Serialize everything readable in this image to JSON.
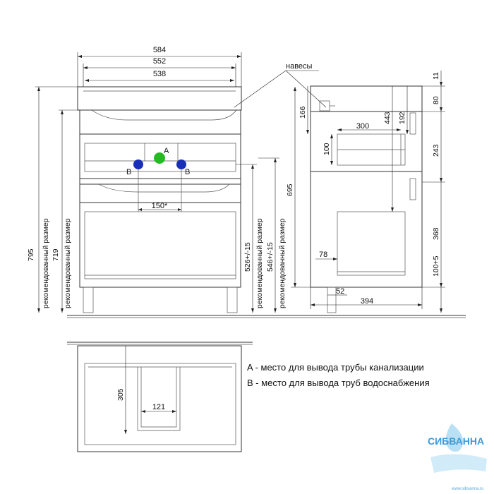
{
  "dimensions": {
    "top_width_584": "584",
    "top_width_552": "552",
    "top_width_538": "538",
    "hinges": "навесы",
    "pipe_spacing": "150*",
    "height_795": "795",
    "height_719": "719",
    "rec_size": "рекомендованный размер",
    "height_695": "695",
    "height_526": "526+/-15",
    "height_546": "546+/-15",
    "side_11": "11",
    "side_80": "80",
    "side_166": "166",
    "side_443": "443",
    "side_192": "192",
    "side_300": "300",
    "side_100": "100",
    "side_243": "243",
    "side_368": "368",
    "side_78": "78",
    "side_52": "52",
    "side_394": "394",
    "side_100_5": "100+5",
    "plan_305": "305",
    "plan_121": "121"
  },
  "markers": {
    "a": "A",
    "b_left": "B",
    "b_right": "B",
    "a_color": "#22bb22",
    "b_color": "#1a2fb8"
  },
  "legend": {
    "a_text": "A - место для вывода трубы канализации",
    "b_text": "B - место для вывода труб водоснабжения"
  },
  "logo": {
    "name": "СИБВАННА",
    "url": "www.sibvanna.ru",
    "color": "#3a9ad9"
  }
}
